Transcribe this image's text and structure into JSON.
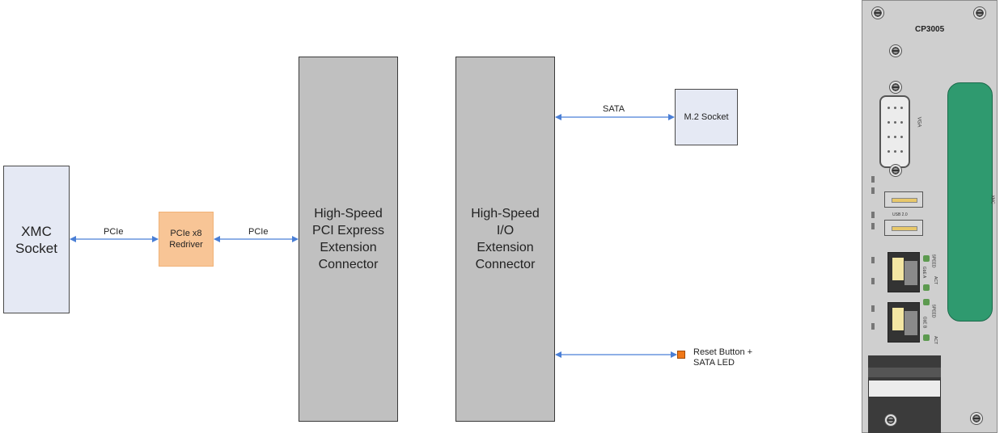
{
  "blocks": {
    "xmc_socket": "XMC\nSocket",
    "redriver": "PCIe x8\nRedriver",
    "pcie_connector": "High-Speed\nPCI Express\nExtension\nConnector",
    "io_connector": "High-Speed\nI/O\nExtension\nConnector",
    "m2_socket": "M.2 Socket",
    "reset_led": "Reset Button +\nSATA LED"
  },
  "links": {
    "xmc_to_redriver": "PCIe",
    "redriver_to_connector": "PCIe",
    "io_to_m2": "SATA"
  },
  "panel": {
    "model": "CP3005",
    "vga": "VGA",
    "xmc": "XMC",
    "usb": "USB 2.0",
    "gbe_a": "GbE A",
    "gbe_b": "GbE B",
    "speed": "SPEED",
    "act": "ACT"
  },
  "colors": {
    "arrow": "#4a7fd6",
    "connector_fill": "#c0c0c0",
    "socket_fill": "#e5e9f4",
    "redriver_fill": "#f8c596",
    "led": "#f07818",
    "xmc_slot": "#2f9a6f"
  }
}
